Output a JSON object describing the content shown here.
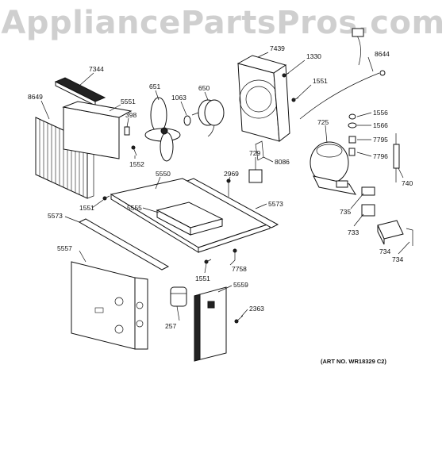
{
  "watermark": "AppliancePartsPros.com",
  "art_number": "(ART NO. WR18329 C2)",
  "callouts": [
    "7344",
    "8649",
    "5551",
    "398",
    "1552",
    "651",
    "1063",
    "650",
    "7439",
    "1330",
    "1551",
    "8644",
    "1556",
    "1566",
    "7795",
    "7796",
    "740",
    "725",
    "729",
    "8086",
    "2969",
    "5550",
    "5573",
    "1551",
    "5555",
    "5573",
    "735",
    "733",
    "734",
    "734",
    "5557",
    "7758",
    "1551",
    "5559",
    "257",
    "2363"
  ]
}
